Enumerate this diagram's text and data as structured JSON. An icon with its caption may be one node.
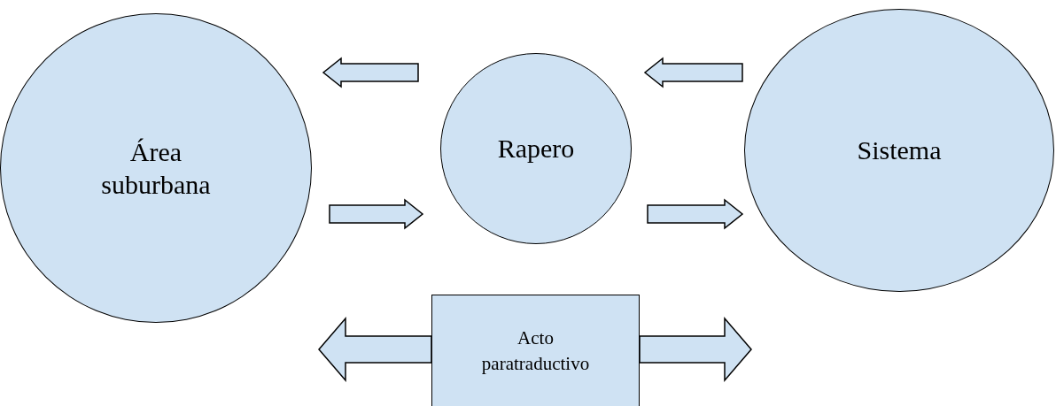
{
  "diagram": {
    "nodes": [
      {
        "text": [
          "Área suburbana"
        ]
      },
      {
        "text": [
          "Rapero"
        ]
      },
      {
        "text": [
          "Sistema"
        ]
      },
      {
        "text": [
          "Acto paratraductivo"
        ]
      }
    ],
    "edges": [
      {
        "from": 1,
        "to": 0,
        "arrow": "to"
      },
      {
        "from": 2,
        "to": 1,
        "arrow": "to"
      },
      {
        "from": 0,
        "to": 1,
        "arrow": "to"
      },
      {
        "from": 1,
        "to": 2,
        "arrow": "to"
      },
      {
        "from": 3,
        "to": null,
        "arrow": "to"
      },
      {
        "from": 3,
        "to": null,
        "arrow": "to"
      }
    ]
  }
}
